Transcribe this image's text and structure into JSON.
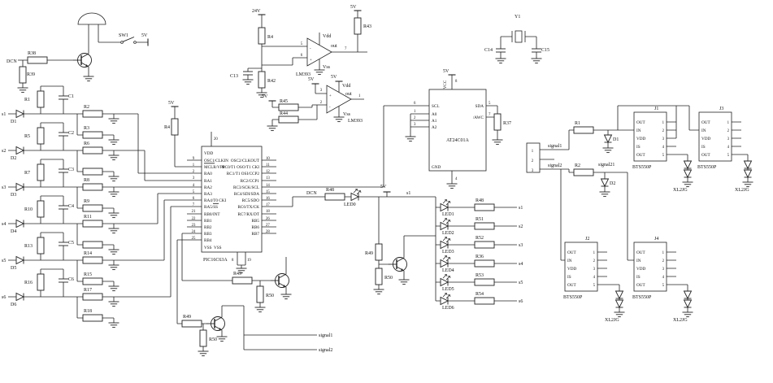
{
  "buzzer": {
    "dcn": "DCN",
    "r38": "R38",
    "r39": "R39",
    "sw1": "SW1",
    "v5": "5V"
  },
  "rows": [
    {
      "s": "s1",
      "d": "D1",
      "rv": "R1",
      "c": "C1",
      "rt": "R2",
      "rb": "R3"
    },
    {
      "s": "s2",
      "d": "D2",
      "rv": "R5",
      "c": "C2",
      "rt": "R6",
      "rb": ""
    },
    {
      "s": "s3",
      "d": "D3",
      "rv": "R7",
      "c": "C3",
      "rt": "R8",
      "rb": "R9"
    },
    {
      "s": "s4",
      "d": "D4",
      "rv": "R10",
      "c": "C4",
      "rt": "R11",
      "rb": ""
    },
    {
      "s": "s5",
      "d": "D5",
      "rv": "R13",
      "c": "C5",
      "rt": "R14",
      "rb": "R15"
    },
    {
      "s": "s6",
      "d": "D6",
      "rv": "R16",
      "c": "C6",
      "rt": "R17",
      "rb": "R18"
    }
  ],
  "pic": {
    "name": "PIC16C63A",
    "vdd": "VDD",
    "vss": "VSS",
    "p20": "20",
    "p8": "8",
    "p19": "19",
    "v5": "5V",
    "r4": "R4",
    "left": [
      [
        "9",
        "OSC1/CLKIN"
      ],
      [
        "1",
        "MCLR/VPP"
      ],
      [
        "2",
        "RA0"
      ],
      [
        "3",
        "RA1"
      ],
      [
        "4",
        "RA2"
      ],
      [
        "5",
        "RA3"
      ],
      [
        "6",
        "RA4/T0 CKI"
      ],
      [
        "7",
        "RA5/SS"
      ],
      [
        "21",
        "RB0/INT"
      ],
      [
        "22",
        "RB1"
      ],
      [
        "23",
        "RB2"
      ],
      [
        "24",
        "RB3"
      ],
      [
        "25",
        "RB4"
      ]
    ],
    "right": [
      [
        "10",
        "OSC2/CLKOUT"
      ],
      [
        "11",
        "RC0/T1 OSO/T1 CKI"
      ],
      [
        "12",
        "RC1/T1 OSI/CCP2"
      ],
      [
        "13",
        "RC2/CCP1"
      ],
      [
        "14",
        "RC3/SCK/SCL"
      ],
      [
        "15",
        "RC4/SDI/SDA"
      ],
      [
        "16",
        "RC5/SDO"
      ],
      [
        "17",
        "RC6/TX/CK"
      ],
      [
        "18",
        "RC7/RX/DT"
      ],
      [
        "26",
        "RB5"
      ],
      [
        "27",
        "RB6"
      ],
      [
        "28",
        "RB7"
      ]
    ]
  },
  "cmp": {
    "v24": "24V",
    "r4": "R4",
    "r42": "R42",
    "c13": "C13",
    "name": "LM393",
    "v5": "5V",
    "vdd": "Vdd",
    "vss": "Vss",
    "r43": "R43",
    "r44": "R44",
    "r45": "R45",
    "p5": "5",
    "p6": "6",
    "p7": "7",
    "p3": "3",
    "p2": "2",
    "p1": "1",
    "out": "out",
    "plus": "+",
    "minus": "-"
  },
  "eeprom": {
    "name": "AT24C01A",
    "v5": "5V",
    "vcc": "VCC",
    "p8": "8",
    "scl": "SCL",
    "p6": "6",
    "a0": "A0",
    "p1": "1",
    "a1": "A1",
    "p2": "2",
    "a2": "A2",
    "p3": "3",
    "sda": "SDA",
    "p5": "5",
    "wc": "/AWC",
    "p7": "7",
    "gnd": "GND",
    "p4": "4",
    "r37": "R37"
  },
  "xtal": {
    "y1": "Y1",
    "c14": "C14",
    "c15": "C15"
  },
  "right": {
    "p1": "1",
    "p2": "2",
    "p3": "3",
    "signal1": "signal1",
    "signal2": "signal2",
    "sig21": "signal21",
    "r1": "R1",
    "r2": "R2",
    "d1": "D1",
    "d2": "D2"
  },
  "bts": {
    "name": "BTS550P",
    "xl": "XL2JG",
    "j1": "J1",
    "j2": "J2",
    "j3": "J3",
    "j4": "J4",
    "pins": [
      [
        "OUT",
        "1"
      ],
      [
        "IN",
        "2"
      ],
      [
        "VDD",
        "3"
      ],
      [
        "IS",
        "4"
      ],
      [
        "OUT",
        "5"
      ]
    ]
  },
  "ledarea": {
    "dcn": "DCN",
    "r48": "R48",
    "led0": "LED0",
    "v5": "5V",
    "s1": "s1",
    "r49": "R49",
    "r50": "R50",
    "rows": [
      [
        "LED1",
        "R48",
        "s1"
      ],
      [
        "LED2",
        "R51",
        "s2"
      ],
      [
        "LED3",
        "R52",
        "s3"
      ],
      [
        "LED4",
        "R36",
        "s4"
      ],
      [
        "LED5",
        "R53",
        "s5"
      ],
      [
        "LED6",
        "R54",
        "s6"
      ]
    ]
  },
  "bottom": {
    "r49": "R49",
    "r50": "R50",
    "signal1": "signal1",
    "signal2": "signal2"
  }
}
